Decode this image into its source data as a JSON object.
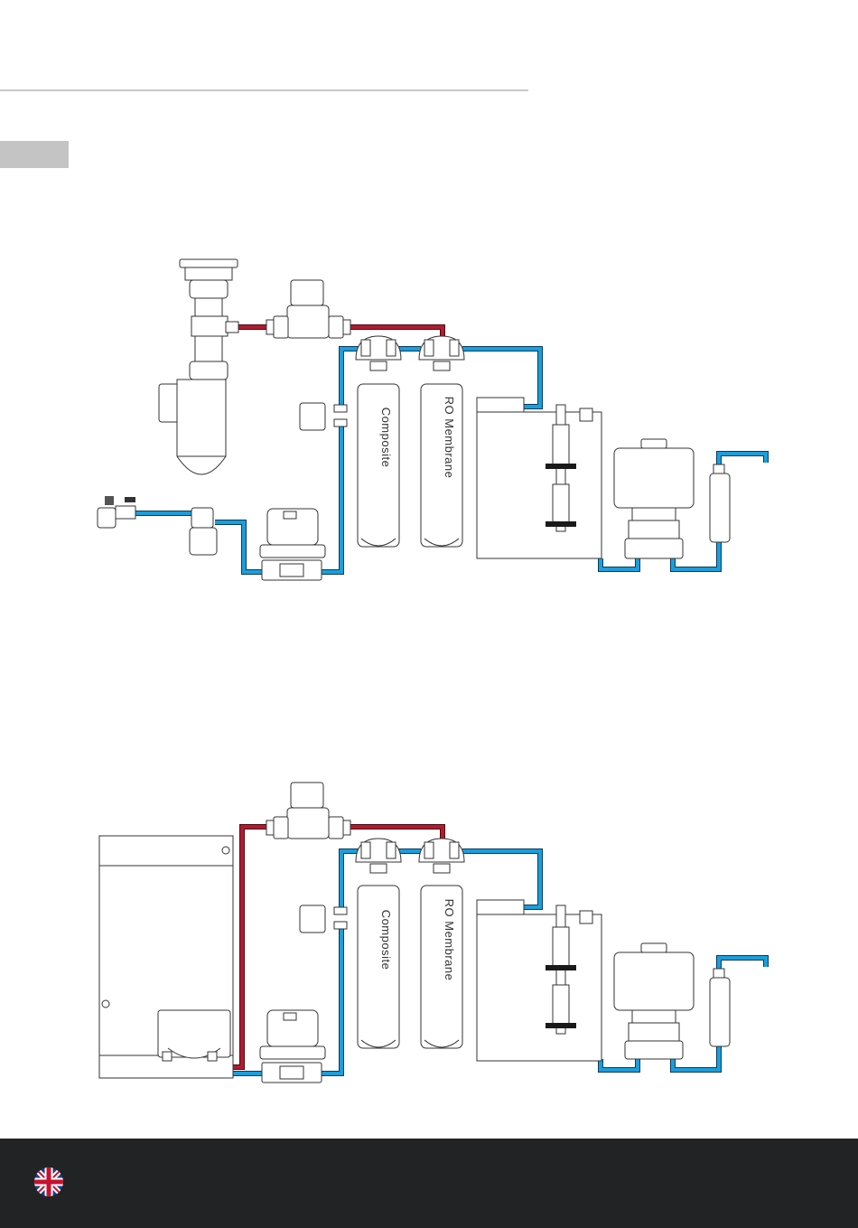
{
  "diagrams": [
    {
      "filter_labels": {
        "composite": "Composite",
        "membrane": "RO Membrane"
      }
    },
    {
      "filter_labels": {
        "composite": "Composite",
        "membrane": "RO Membrane"
      }
    }
  ],
  "colors": {
    "feed_water": "#1a9fdc",
    "drain_water": "#b01c2e",
    "footer_bg": "#222325",
    "tab": "#c4c4c4",
    "rule": "#c8c8c8"
  },
  "footer": {
    "language_icon": "uk-flag-icon"
  }
}
